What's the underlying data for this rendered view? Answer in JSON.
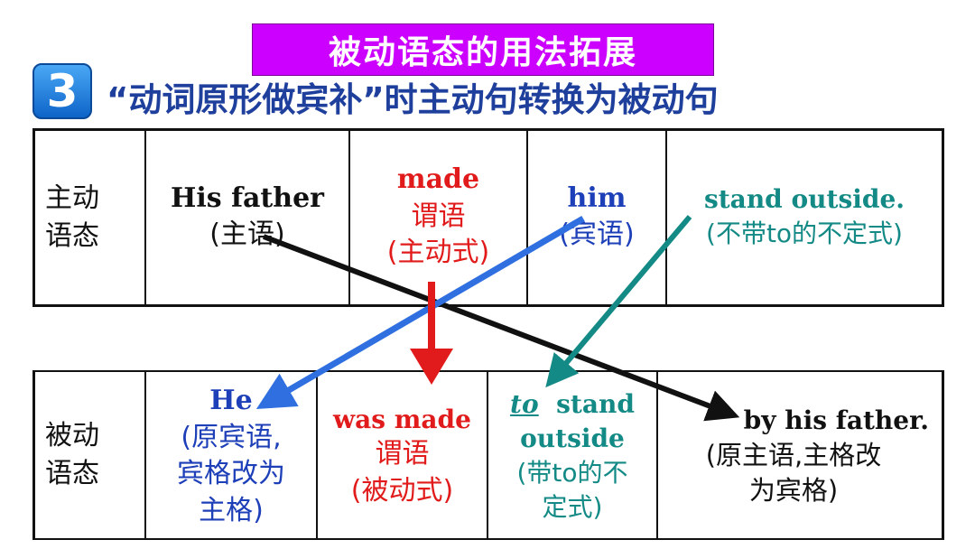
{
  "title": "被动语态的用法拓展",
  "section_number": "3",
  "subtitle": "“动词原形做宾补”时主动句转换为被动句",
  "active": {
    "label_line1": "主动",
    "label_line2": "语态",
    "subject_en": "His father",
    "subject_zh": "(主语)",
    "verb_en": "made",
    "verb_zh1": "谓语",
    "verb_zh2": "(主动式)",
    "object_en": "him",
    "object_zh": "(宾语)",
    "complement_en": "stand outside.",
    "complement_zh": "(不带to的不定式)"
  },
  "passive": {
    "label_line1": "被动",
    "label_line2": "语态",
    "subject_en": "He",
    "subject_zh1": "(原宾语,",
    "subject_zh2": "宾格改为",
    "subject_zh3": "主格)",
    "verb_en": "was made",
    "verb_zh1": "谓语",
    "verb_zh2": "(被动式)",
    "to_word": "to",
    "complement_en1": "stand",
    "complement_en2": "outside",
    "complement_zh1": "(带to的不",
    "complement_zh2": "定式)",
    "agent_en": "by his father.",
    "agent_zh1": "(原主语,主格改",
    "agent_zh2": "为宾格)"
  },
  "colors": {
    "title_bg": "#cc00ff",
    "subtitle": "#1f3f9c",
    "red": "#e11b1b",
    "blue": "#1d3fb8",
    "teal": "#138a85",
    "arrow_black": "#111111",
    "arrow_blue": "#2f6fe0",
    "arrow_red": "#e11b1b",
    "arrow_teal": "#138a85"
  }
}
